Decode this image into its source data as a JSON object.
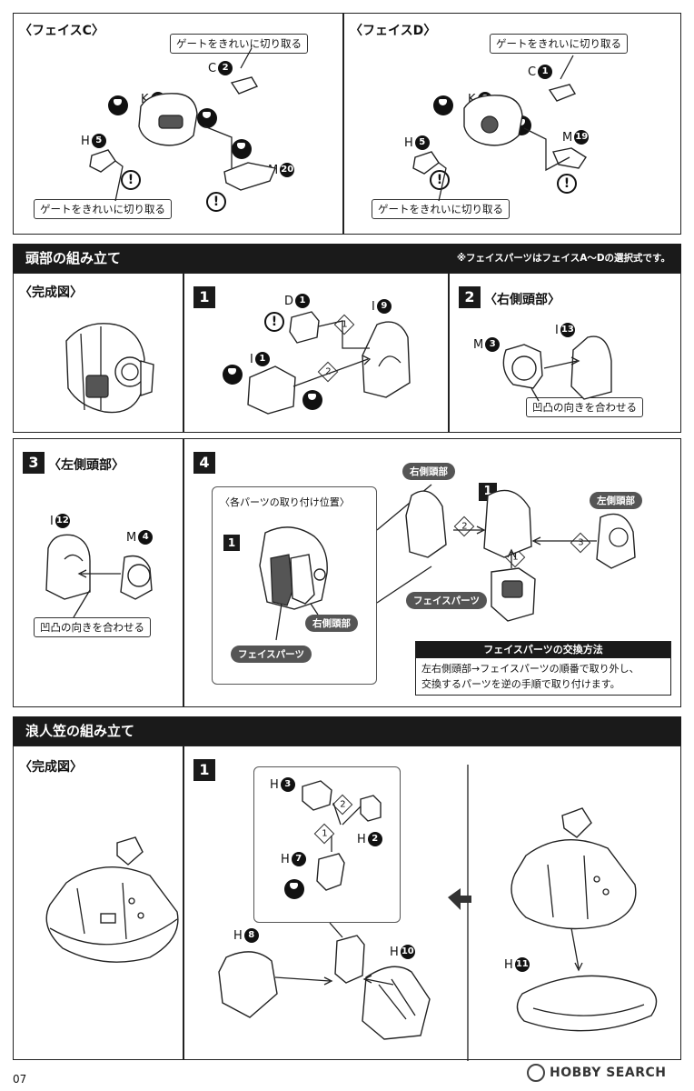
{
  "face_c": {
    "title": "〈フェイスC〉",
    "callout_top": "ゲートをきれいに切り取る",
    "callout_bottom": "ゲートをきれいに切り取る",
    "parts": [
      {
        "letter": "C",
        "num": "2"
      },
      {
        "letter": "K",
        "num": "9"
      },
      {
        "letter": "H",
        "num": "5"
      },
      {
        "letter": "M",
        "num": "20"
      }
    ]
  },
  "face_d": {
    "title": "〈フェイスD〉",
    "callout_top": "ゲートをきれいに切り取る",
    "callout_bottom": "ゲートをきれいに切り取る",
    "parts": [
      {
        "letter": "C",
        "num": "1"
      },
      {
        "letter": "K",
        "num": "6"
      },
      {
        "letter": "H",
        "num": "5"
      },
      {
        "letter": "M",
        "num": "19"
      }
    ]
  },
  "head": {
    "header": "頭部の組み立て",
    "note": "※フェイスパーツはフェイスA〜Dの選択式です。",
    "complete_title": "〈完成図〉",
    "step1": {
      "num": "1",
      "parts": [
        {
          "letter": "D",
          "num": "1"
        },
        {
          "letter": "I",
          "num": "9"
        },
        {
          "letter": "I",
          "num": "1"
        }
      ],
      "seq": [
        "1",
        "2"
      ]
    },
    "step2": {
      "num": "2",
      "title": "〈右側頭部〉",
      "parts": [
        {
          "letter": "M",
          "num": "3"
        },
        {
          "letter": "I",
          "num": "13"
        }
      ],
      "callout": "凹凸の向きを合わせる"
    },
    "step3": {
      "num": "3",
      "title": "〈左側頭部〉",
      "parts": [
        {
          "letter": "I",
          "num": "12"
        },
        {
          "letter": "M",
          "num": "4"
        }
      ],
      "callout": "凹凸の向きを合わせる"
    },
    "step4": {
      "num": "4",
      "inset_title": "〈各パーツの取り付け位置〉",
      "inset_step": "1",
      "label_right": "右側頭部",
      "label_face": "フェイスパーツ",
      "label_left": "左側頭部",
      "main_step": "1",
      "seq": [
        "1",
        "2",
        "3"
      ],
      "method_title": "フェイスパーツの交換方法",
      "method_line1": "左右側頭部→フェイスパーツの順番で取り外し、",
      "method_line2": "交換するパーツを逆の手順で取り付けます。"
    }
  },
  "hat": {
    "header": "浪人笠の組み立て",
    "complete_title": "〈完成図〉",
    "step1": {
      "num": "1",
      "parts": [
        {
          "letter": "H",
          "num": "3"
        },
        {
          "letter": "H",
          "num": "2"
        },
        {
          "letter": "H",
          "num": "7"
        },
        {
          "letter": "H",
          "num": "8"
        },
        {
          "letter": "H",
          "num": "10"
        },
        {
          "letter": "H",
          "num": "11"
        }
      ],
      "seq": [
        "1",
        "2"
      ]
    }
  },
  "footer": {
    "page": "07",
    "watermark_brand": "HOBBY SEARCH"
  }
}
